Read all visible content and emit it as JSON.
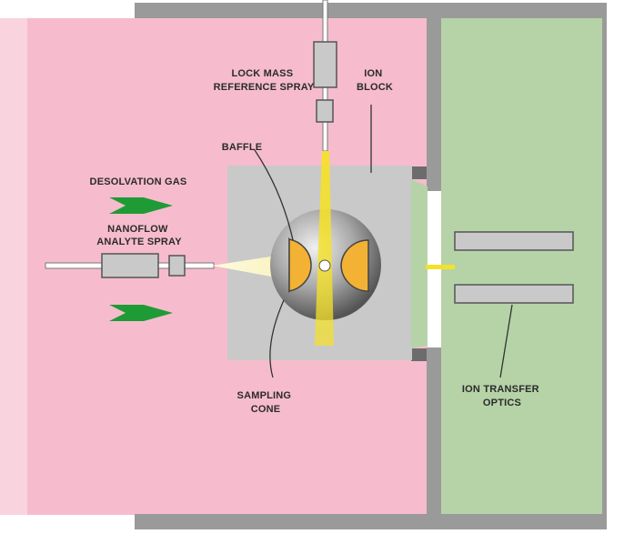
{
  "labels": {
    "lock_mass": [
      "LOCK MASS",
      "REFERENCE SPRAY"
    ],
    "ion_block": [
      "ION",
      "BLOCK"
    ],
    "baffle": [
      "BAFFLE"
    ],
    "desolvation_gas": [
      "DESOLVATION GAS"
    ],
    "nanoflow": [
      "NANOFLOW",
      "ANALYTE SPRAY"
    ],
    "sampling_cone": [
      "SAMPLING",
      "CONE"
    ],
    "ion_transfer_optics": [
      "ION TRANSFER",
      "OPTICS"
    ]
  },
  "colors": {
    "source_region": "#f6bccd",
    "vacuum_region": "#b6d3a8",
    "wall": "#9a9a9a",
    "ion_block": "#c9c9c9",
    "baffle": "#f3b233",
    "arrow": "#1f9b35",
    "beam": "#f2e22a",
    "leader": "#333333"
  }
}
